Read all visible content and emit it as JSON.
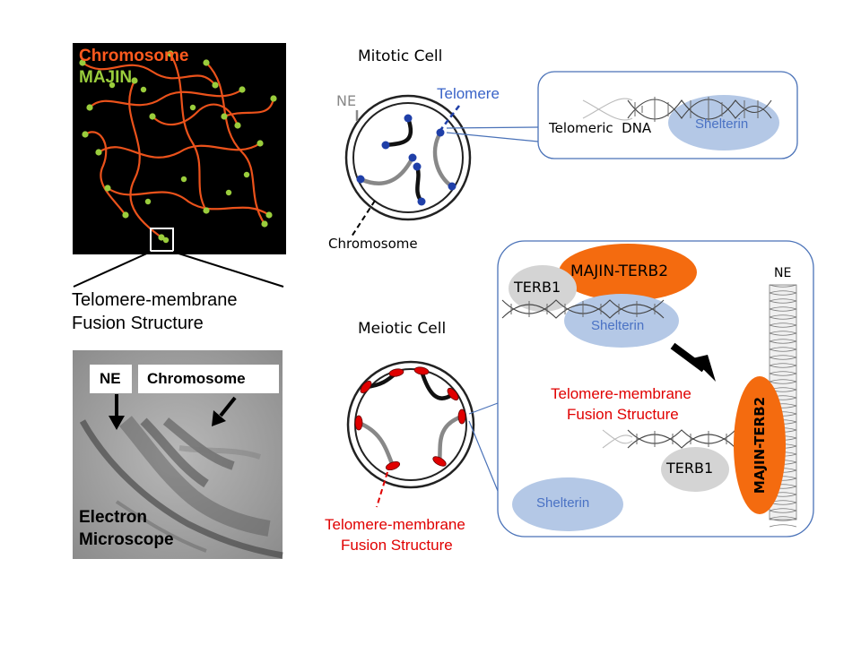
{
  "fluorescence_panel": {
    "label_chromosome": "Chromosome",
    "label_majin": "MAJIN",
    "colors": {
      "chromosome": "#ff5a1e",
      "majin": "#9acd3c",
      "background": "#000000"
    }
  },
  "fusion_caption": {
    "line1": "Telomere-membrane",
    "line2": "Fusion Structure"
  },
  "em_panel": {
    "label_ne": "NE",
    "label_chromosome": "Chromosome",
    "label_em_line1": "Electron",
    "label_em_line2": "Microscope"
  },
  "mitotic": {
    "title": "Mitotic Cell",
    "label_ne": "NE",
    "label_telomere": "Telomere",
    "label_chromosome": "Chromosome",
    "callout": {
      "telomeric_dna": "Telomeric  DNA",
      "shelterin": "Shelterin"
    }
  },
  "meiotic": {
    "title": "Meiotic Cell",
    "fusion_label_line1": "Telomere-membrane",
    "fusion_label_line2": "Fusion Structure",
    "callout": {
      "majin_terb2_top": "MAJIN-TERB2",
      "terb1_top": "TERB1",
      "shelterin_top": "Shelterin",
      "ne": "NE",
      "fusion_line1": "Telomere-membrane",
      "fusion_line2": "Fusion Structure",
      "terb1_bottom": "TERB1",
      "majin_terb2_vertical": "MAJIN-TERB2",
      "shelterin_bottom": "Shelterin"
    }
  },
  "colors": {
    "telomere_blue": "#1f3fa8",
    "telomere_label_blue": "#3a64c8",
    "fusion_red": "#e00000",
    "majin_orange": "#f46b0f",
    "shelterin_fill": "#b4c8e6",
    "shelterin_text": "#4a72c4",
    "terb1_fill": "#d4d4d4",
    "callout_border": "#4a72b8"
  }
}
